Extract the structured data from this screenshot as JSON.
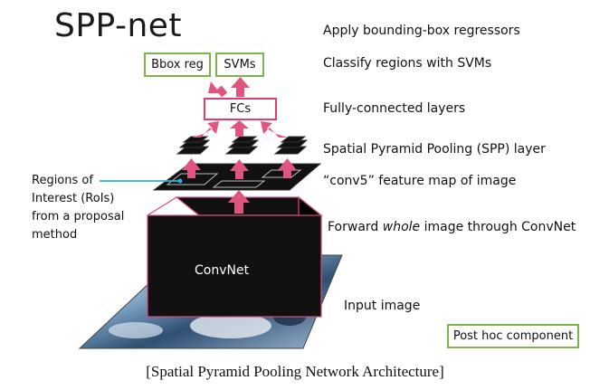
{
  "title": "SPP-net",
  "boxes": {
    "bbox_reg": "Bbox reg",
    "svms": "SVMs",
    "fcs": "FCs",
    "convnet": "ConvNet",
    "post_hoc": "Post hoc component"
  },
  "steps": {
    "apply_bbox": "Apply bounding-box regressors",
    "classify": "Classify regions with SVMs",
    "fc_layers": "Fully-connected layers",
    "spp_layer": "Spatial Pyramid Pooling (SPP) layer",
    "conv5": "“conv5” feature map of image",
    "forward_pre": "Forward ",
    "forward_em": "whole",
    "forward_post": " image through ConvNet",
    "input": "Input image"
  },
  "rois": {
    "line1": "Regions of",
    "line2": "Interest (RoIs)",
    "line3": "from a proposal",
    "line4": "method"
  },
  "caption": "[Spatial Pyramid Pooling Network Architecture]",
  "colors": {
    "arrow": "#e05580",
    "green": "#7db34c",
    "fc_border": "#e23d6d",
    "roi_line": "#2bb3d6"
  },
  "icons": {
    "input_image": "photo-image"
  }
}
